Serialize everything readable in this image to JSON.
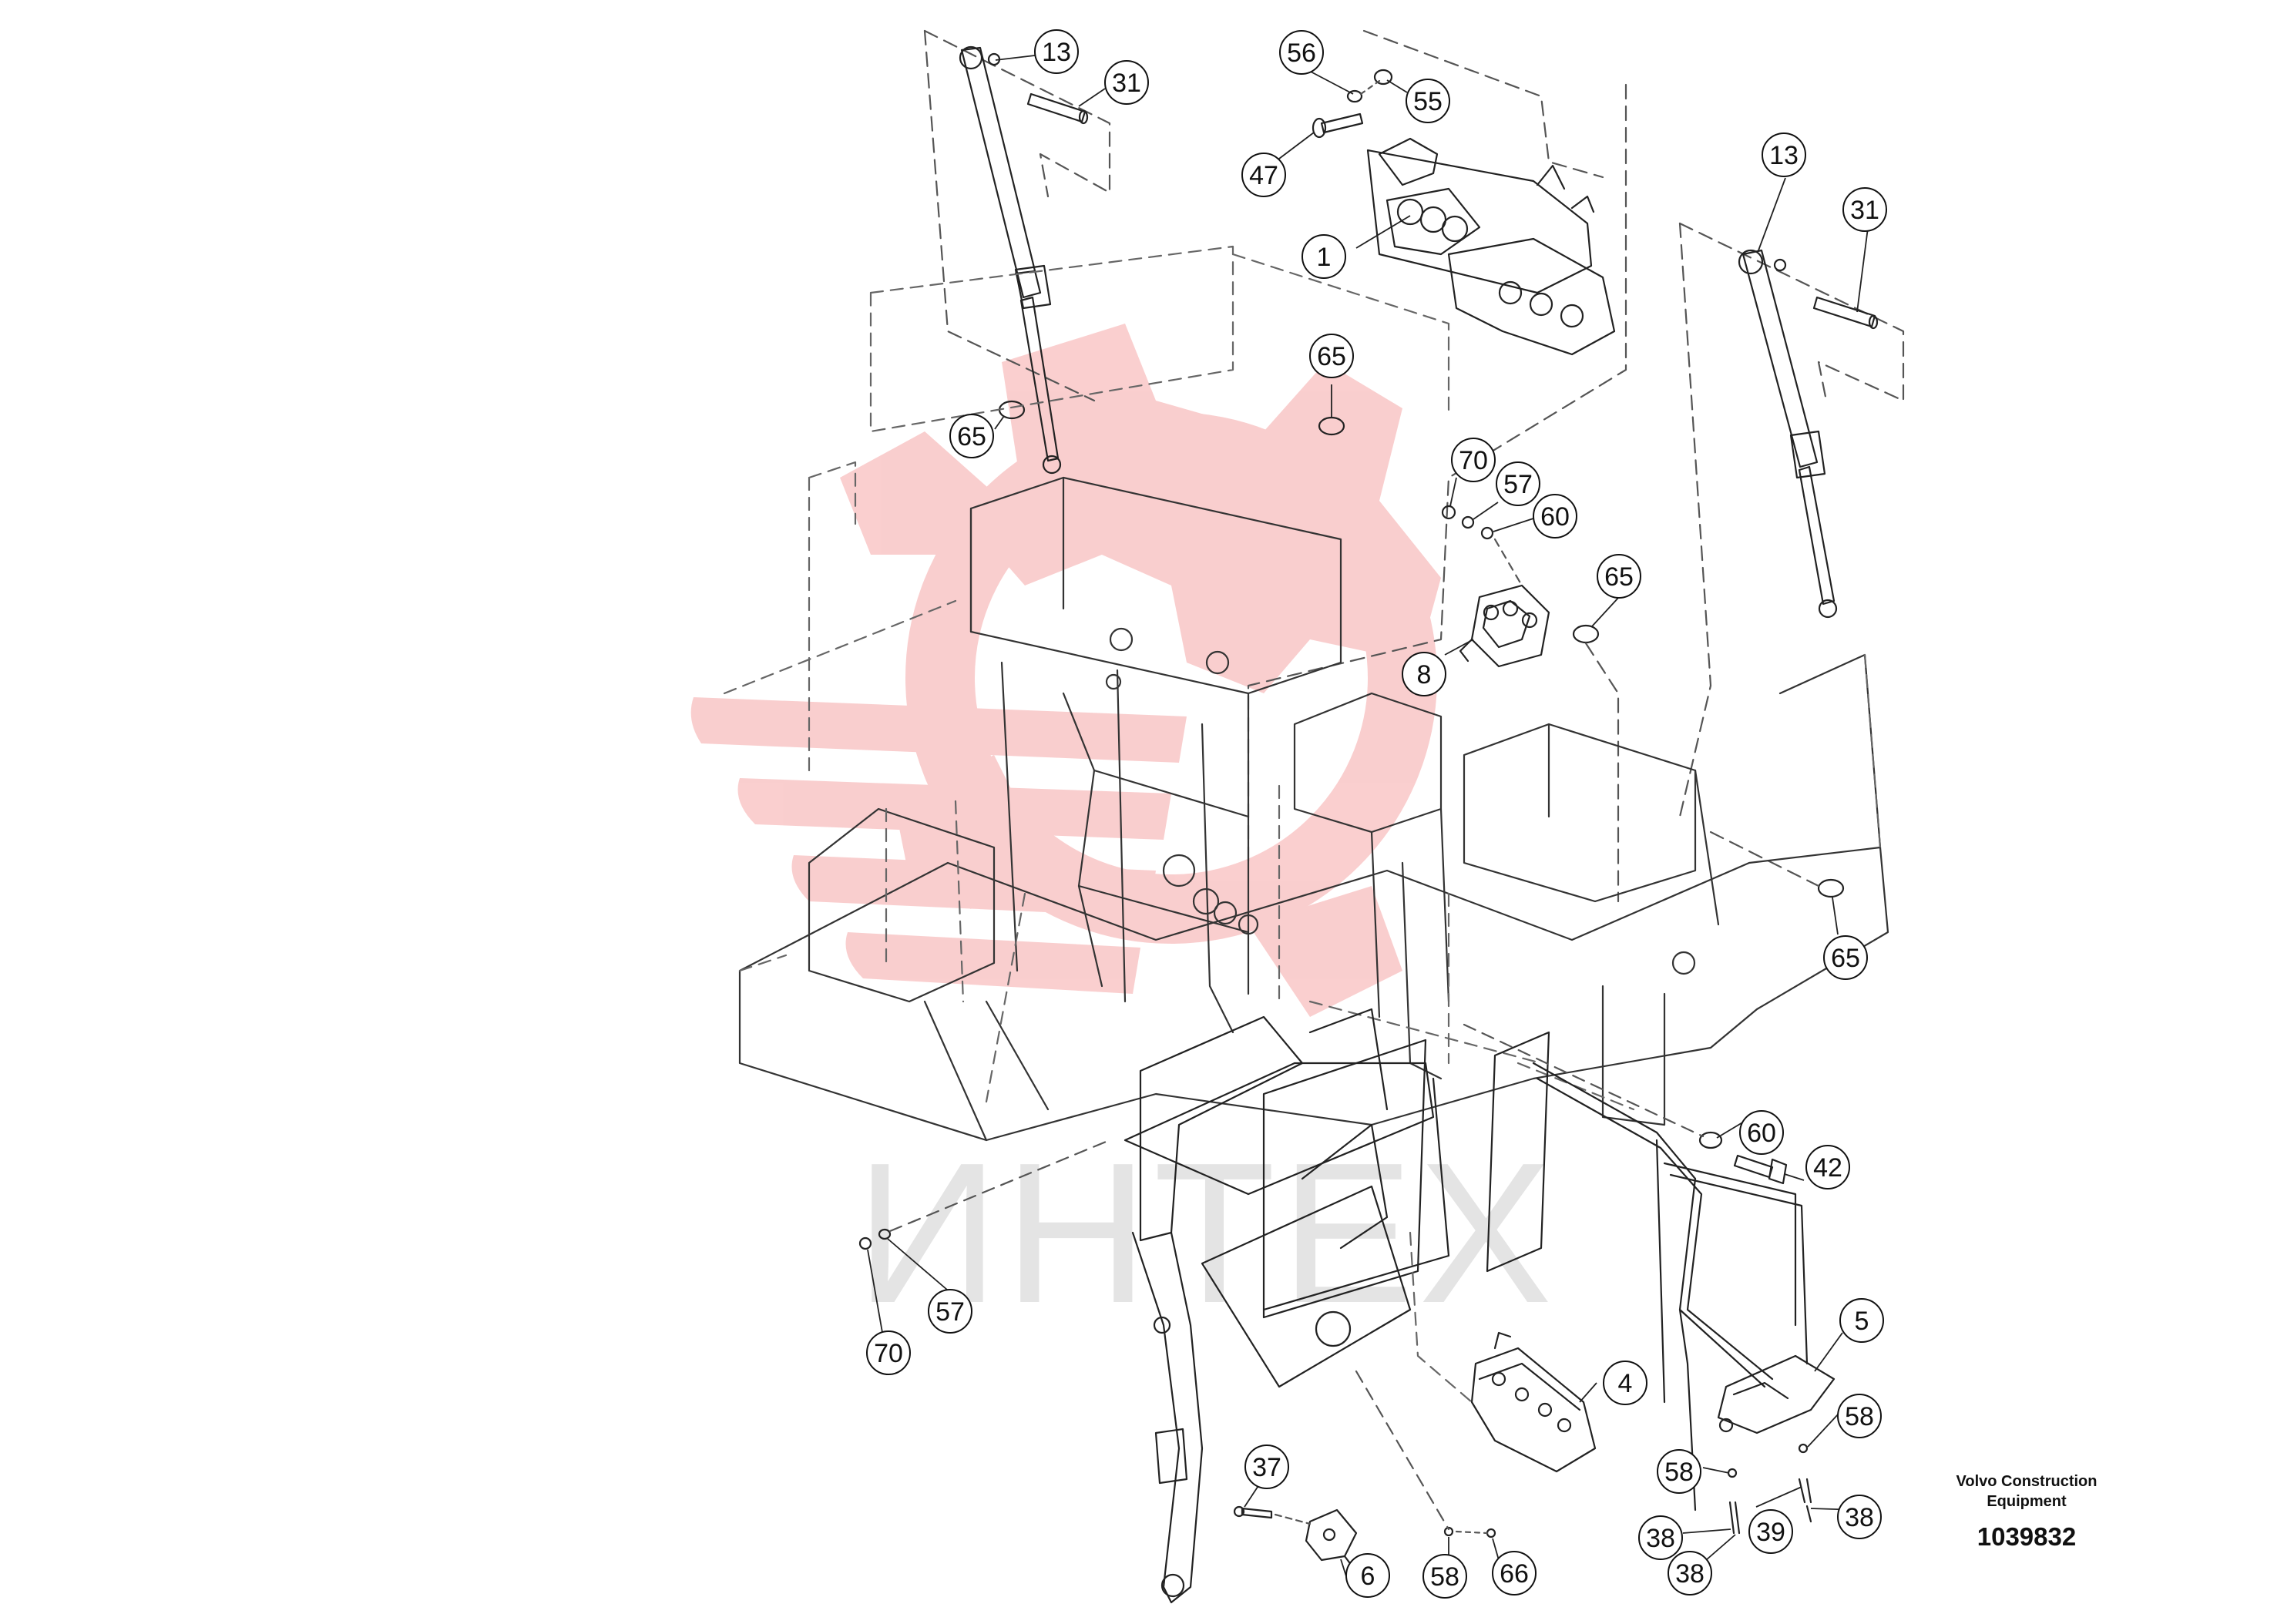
{
  "watermark": {
    "text": "ИНТЕХ",
    "color": "#f28c8c"
  },
  "brand": {
    "line1": "Volvo Construction",
    "line2": "Equipment",
    "drawing_number": "1039832"
  },
  "callouts": [
    {
      "id": "c13a",
      "label": "13"
    },
    {
      "id": "c31a",
      "label": "31"
    },
    {
      "id": "c56",
      "label": "56"
    },
    {
      "id": "c55",
      "label": "55"
    },
    {
      "id": "c47",
      "label": "47"
    },
    {
      "id": "c1",
      "label": "1"
    },
    {
      "id": "c13b",
      "label": "13"
    },
    {
      "id": "c31b",
      "label": "31"
    },
    {
      "id": "c65a",
      "label": "65"
    },
    {
      "id": "c65b",
      "label": "65"
    },
    {
      "id": "c70a",
      "label": "70"
    },
    {
      "id": "c57a",
      "label": "57"
    },
    {
      "id": "c60a",
      "label": "60"
    },
    {
      "id": "c65c",
      "label": "65"
    },
    {
      "id": "c8",
      "label": "8"
    },
    {
      "id": "c65d",
      "label": "65"
    },
    {
      "id": "c60b",
      "label": "60"
    },
    {
      "id": "c42",
      "label": "42"
    },
    {
      "id": "c5",
      "label": "5"
    },
    {
      "id": "c57b",
      "label": "57"
    },
    {
      "id": "c70b",
      "label": "70"
    },
    {
      "id": "c4",
      "label": "4"
    },
    {
      "id": "c58a",
      "label": "58"
    },
    {
      "id": "c58b",
      "label": "58"
    },
    {
      "id": "c37",
      "label": "37"
    },
    {
      "id": "c38a",
      "label": "38"
    },
    {
      "id": "c39",
      "label": "39"
    },
    {
      "id": "c38b",
      "label": "38"
    },
    {
      "id": "c38c",
      "label": "38"
    },
    {
      "id": "c6",
      "label": "6"
    },
    {
      "id": "c58c",
      "label": "58"
    },
    {
      "id": "c66",
      "label": "66"
    }
  ]
}
